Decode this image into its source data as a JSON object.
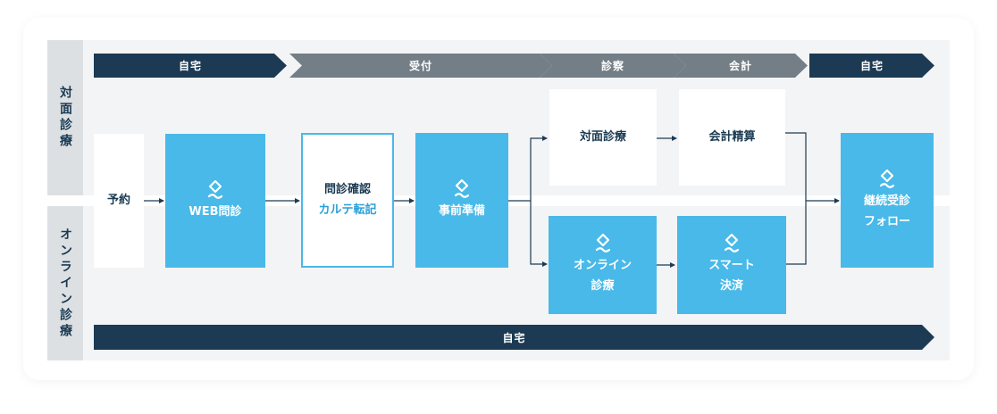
{
  "lanes": {
    "in_person": "対面診療",
    "online": "オンライン診療"
  },
  "stages": {
    "home": "自宅",
    "reception": "受付",
    "consultation": "診察",
    "accounting": "会計",
    "home_end": "自宅",
    "home_online": "自宅"
  },
  "boxes": {
    "reservation": "予約",
    "web_questionnaire": "WEB問診",
    "questionnaire_check": "問診確認",
    "chart_transfer": "カルテ転記",
    "preparation": "事前準備",
    "in_person_consult": "対面診療",
    "payment": "会計精算",
    "online_consult_line1": "オンライン",
    "online_consult_line2": "診療",
    "smart_pay_line1": "スマート",
    "smart_pay_line2": "決済",
    "followup_line1": "継続受診",
    "followup_line2": "フォロー"
  },
  "colors": {
    "navy": "#1c3a53",
    "gray": "#737e86",
    "blue": "#48b9e8",
    "panel": "#f3f4f6"
  }
}
